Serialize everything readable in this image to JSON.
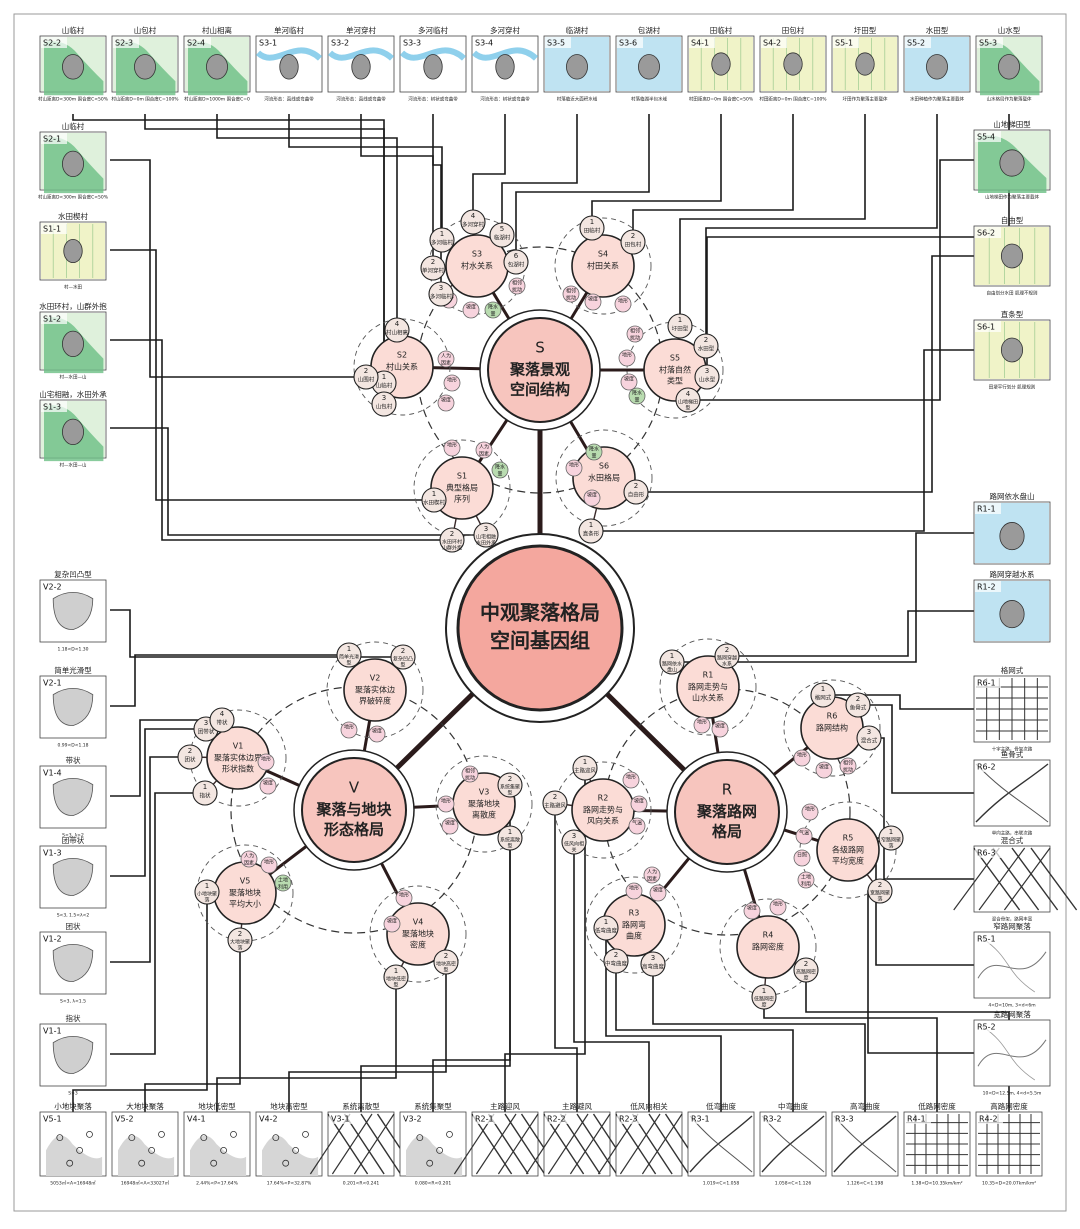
{
  "center": {
    "line1": "中观聚落格局",
    "line2": "空间基因组"
  },
  "hubs": {
    "S": {
      "code": "S",
      "line1": "聚落景观",
      "line2": "空间结构"
    },
    "V": {
      "code": "V",
      "line1": "聚落与地块",
      "line2": "形态格局"
    },
    "R": {
      "code": "R",
      "line1": "聚落路网",
      "line2": "格局"
    }
  },
  "subs": [
    {
      "id": "S1",
      "code": "S1",
      "l1": "典型格局",
      "l2": "序列"
    },
    {
      "id": "S2",
      "code": "S2",
      "l1": "村山关系",
      "l2": ""
    },
    {
      "id": "S3",
      "code": "S3",
      "l1": "村水关系",
      "l2": ""
    },
    {
      "id": "S4",
      "code": "S4",
      "l1": "村田关系",
      "l2": ""
    },
    {
      "id": "S5",
      "code": "S5",
      "l1": "村落自然",
      "l2": "类型"
    },
    {
      "id": "S6",
      "code": "S6",
      "l1": "水田格局",
      "l2": ""
    },
    {
      "id": "V1",
      "code": "V1",
      "l1": "聚落实体边界",
      "l2": "形状指数"
    },
    {
      "id": "V2",
      "code": "V2",
      "l1": "聚落实体边",
      "l2": "界破碎度"
    },
    {
      "id": "V3",
      "code": "V3",
      "l1": "聚落地块",
      "l2": "离散度"
    },
    {
      "id": "V4",
      "code": "V4",
      "l1": "聚落地块",
      "l2": "密度"
    },
    {
      "id": "V5",
      "code": "V5",
      "l1": "聚落地块",
      "l2": "平均大小"
    },
    {
      "id": "R1",
      "code": "R1",
      "l1": "路网走势与",
      "l2": "山水关系"
    },
    {
      "id": "R2",
      "code": "R2",
      "l1": "路网走势与",
      "l2": "风向关系"
    },
    {
      "id": "R3",
      "code": "R3",
      "l1": "路网弯",
      "l2": "曲度"
    },
    {
      "id": "R4",
      "code": "R4",
      "l1": "路网密度",
      "l2": ""
    },
    {
      "id": "R5",
      "code": "R5",
      "l1": "各级路网",
      "l2": "平均宽度"
    },
    {
      "id": "R6",
      "code": "R6",
      "l1": "路网结构",
      "l2": ""
    }
  ],
  "leaves": [
    {
      "n": "1",
      "t": "水田楔村"
    },
    {
      "n": "2",
      "t": "水田环村 山群外抱"
    },
    {
      "n": "3",
      "t": "山宅相融 水田外承"
    },
    {
      "n": "1",
      "t": "山临村"
    },
    {
      "n": "2",
      "t": "山围村"
    },
    {
      "n": "3",
      "t": "山包村"
    },
    {
      "n": "4",
      "t": "村山相离"
    },
    {
      "n": "1",
      "t": "多河临村"
    },
    {
      "n": "2",
      "t": "单河穿村"
    },
    {
      "n": "3",
      "t": "多河临村"
    },
    {
      "n": "4",
      "t": "多河穿村"
    },
    {
      "n": "5",
      "t": "临湖村"
    },
    {
      "n": "6",
      "t": "包湖村"
    },
    {
      "n": "1",
      "t": "田临村"
    },
    {
      "n": "2",
      "t": "田包村"
    },
    {
      "n": "1",
      "t": "圩田型"
    },
    {
      "n": "2",
      "t": "水田型"
    },
    {
      "n": "3",
      "t": "山水型"
    },
    {
      "n": "4",
      "t": "山地梯田型"
    },
    {
      "n": "1",
      "t": "直条形"
    },
    {
      "n": "2",
      "t": "自由形"
    },
    {
      "n": "1",
      "t": "指状"
    },
    {
      "n": "2",
      "t": "团状"
    },
    {
      "n": "3",
      "t": "团带状"
    },
    {
      "n": "4",
      "t": "带状"
    },
    {
      "n": "1",
      "t": "简单光滑型"
    },
    {
      "n": "2",
      "t": "复杂凹凸型"
    },
    {
      "n": "1",
      "t": "系统离散型"
    },
    {
      "n": "2",
      "t": "系统集聚型"
    },
    {
      "n": "1",
      "t": "地块低密型"
    },
    {
      "n": "2",
      "t": "地块高密型"
    },
    {
      "n": "1",
      "t": "小地块聚落"
    },
    {
      "n": "2",
      "t": "大地块聚落"
    },
    {
      "n": "1",
      "t": "路网依水盘山"
    },
    {
      "n": "2",
      "t": "路网穿越水系"
    },
    {
      "n": "1",
      "t": "主路迎风"
    },
    {
      "n": "2",
      "t": "主路避风"
    },
    {
      "n": "3",
      "t": "低风向相关"
    },
    {
      "n": "1",
      "t": "低弯曲度"
    },
    {
      "n": "2",
      "t": "中弯曲度"
    },
    {
      "n": "3",
      "t": "高弯曲度"
    },
    {
      "n": "1",
      "t": "低路网密度"
    },
    {
      "n": "2",
      "t": "高路网密度"
    },
    {
      "n": "1",
      "t": "窄路网聚落"
    },
    {
      "n": "2",
      "t": "宽路网聚落"
    },
    {
      "n": "1",
      "t": "格网式"
    },
    {
      "n": "2",
      "t": "鱼骨式"
    },
    {
      "n": "3",
      "t": "混合式"
    }
  ],
  "factors": [
    "相邻扰动",
    "人为因素",
    "地形",
    "坡度",
    "降水量",
    "气温",
    "日照",
    "土地利用"
  ],
  "top_tiles": [
    {
      "name": "山临村",
      "code": "S2-2",
      "cap": "村山距离D<300m 围合度C<50%"
    },
    {
      "name": "山包村",
      "code": "S2-3",
      "cap": "村山距离D=0m 围合度C=100%"
    },
    {
      "name": "村山相离",
      "code": "S2-4",
      "cap": "村山距离D>1000m 围合度C=0"
    },
    {
      "name": "单河临村",
      "code": "S3-1",
      "cap": "河流形态：直线或弯曲带"
    },
    {
      "name": "单河穿村",
      "code": "S3-2",
      "cap": "河流形态：直线或弯曲带"
    },
    {
      "name": "多河临村",
      "code": "S3-3",
      "cap": "河流形态：树状或弯曲带"
    },
    {
      "name": "多河穿村",
      "code": "S3-4",
      "cap": "河流形态：树状或弯曲带"
    },
    {
      "name": "临湖村",
      "code": "S3-5",
      "cap": "村落临近大面积水域"
    },
    {
      "name": "包湖村",
      "code": "S3-6",
      "cap": "村落临湖半包水域"
    },
    {
      "name": "田临村",
      "code": "S4-1",
      "cap": "村田距离D=0m 围合度C<50%"
    },
    {
      "name": "田包村",
      "code": "S4-2",
      "cap": "村田距离D=0m 围合度C=100%"
    },
    {
      "name": "圩田型",
      "code": "S5-1",
      "cap": "圩田作为聚落主要载体"
    },
    {
      "name": "水田型",
      "code": "S5-2",
      "cap": "水田种植作为聚落主要载体"
    },
    {
      "name": "山水型",
      "code": "S5-3",
      "cap": "山水格局作为聚落载体"
    }
  ],
  "left_tiles": [
    {
      "name": "山临村",
      "code": "S2-1",
      "cap": "村山距离D<300m 围合度C<50%"
    },
    {
      "name": "水田楔村",
      "code": "S1-1",
      "cap": "村—水田"
    },
    {
      "name": "水田环村，山群外抱",
      "code": "S1-2",
      "cap": "村—水田—山"
    },
    {
      "name": "山宅相融，水田外承",
      "code": "S1-3",
      "cap": "村—水田—山"
    }
  ],
  "v_tiles": [
    {
      "name": "复杂凹凸型",
      "code": "V2-2",
      "cap": "1.18<D<1.30"
    },
    {
      "name": "简单光滑型",
      "code": "V2-1",
      "cap": "0.99<D<1.18"
    },
    {
      "name": "带状",
      "code": "V1-4",
      "cap": "S<3, λ>2"
    },
    {
      "name": "团带状",
      "code": "V1-3",
      "cap": "S<3, 1.5<λ<2"
    },
    {
      "name": "团状",
      "code": "V1-2",
      "cap": "S<3, λ<1.5"
    },
    {
      "name": "指状",
      "code": "V1-1",
      "cap": "S>3"
    }
  ],
  "right_tiles": [
    {
      "name": "山地梯田型",
      "code": "S5-4",
      "cap": "山地梯田作为聚落主要载体"
    },
    {
      "name": "自由型",
      "code": "S6-2",
      "cap": "自由划分水田 肌理不规则"
    },
    {
      "name": "直条型",
      "code": "S6-1",
      "cap": "田埂平行划分 肌理规则"
    },
    {
      "name": "路网依水盘山",
      "code": "R1-1",
      "cap": ""
    },
    {
      "name": "路网穿越水系",
      "code": "R1-2",
      "cap": ""
    },
    {
      "name": "格网式",
      "code": "R6-1",
      "cap": "十字主路，骨架次路"
    },
    {
      "name": "鱼骨式",
      "code": "R6-2",
      "cap": "单向主路，串联次路"
    },
    {
      "name": "混合式",
      "code": "R6-3",
      "cap": "混合骨架，路网丰富"
    },
    {
      "name": "窄路网聚落",
      "code": "R5-1",
      "cap": "4<D<10m, 3<d<6m"
    },
    {
      "name": "宽路网聚落",
      "code": "R5-2",
      "cap": "10<D<12.5m, 4<d<5.5m"
    }
  ],
  "bottom_tiles": [
    {
      "name": "小地块聚落",
      "code": "V5-1",
      "cap": "5053㎡<A<16948㎡"
    },
    {
      "name": "大地块聚落",
      "code": "V5-2",
      "cap": "16948㎡<A<33027㎡"
    },
    {
      "name": "地块低密型",
      "code": "V4-1",
      "cap": "2.44%<P<17.64%"
    },
    {
      "name": "地块高密型",
      "code": "V4-2",
      "cap": "17.64%<P<32.87%"
    },
    {
      "name": "系统离散型",
      "code": "V3-1",
      "cap": "0.201<R<0.241"
    },
    {
      "name": "系统集聚型",
      "code": "V3-2",
      "cap": "0.080<R<0.201"
    },
    {
      "name": "主路迎风",
      "code": "R2-1",
      "cap": ""
    },
    {
      "name": "主路避风",
      "code": "R2-2",
      "cap": ""
    },
    {
      "name": "低风向相关",
      "code": "R2-3",
      "cap": ""
    },
    {
      "name": "低弯曲度",
      "code": "R3-1",
      "cap": "1.019<C<1.058"
    },
    {
      "name": "中弯曲度",
      "code": "R3-2",
      "cap": "1.058<C<1.126"
    },
    {
      "name": "高弯曲度",
      "code": "R3-3",
      "cap": "1.126<C<1.198"
    },
    {
      "name": "低路网密度",
      "code": "R4-1",
      "cap": "1.38<D<10.35km/km²"
    },
    {
      "name": "高路网密度",
      "code": "R4-2",
      "cap": "10.35<D<20.07km/km²"
    }
  ],
  "colors": {
    "center": "#f4a79e",
    "hub": "#f7c5be",
    "sub": "#fbdcd6",
    "leaf": "#f3e6e1",
    "factor_pink": "#f7d3dd",
    "factor_green": "#b9dcb0",
    "map_green": "#6cbf85",
    "map_blue": "#bfe3f2",
    "map_yellow": "#f0f3c8",
    "line": "#1a1a1a"
  }
}
